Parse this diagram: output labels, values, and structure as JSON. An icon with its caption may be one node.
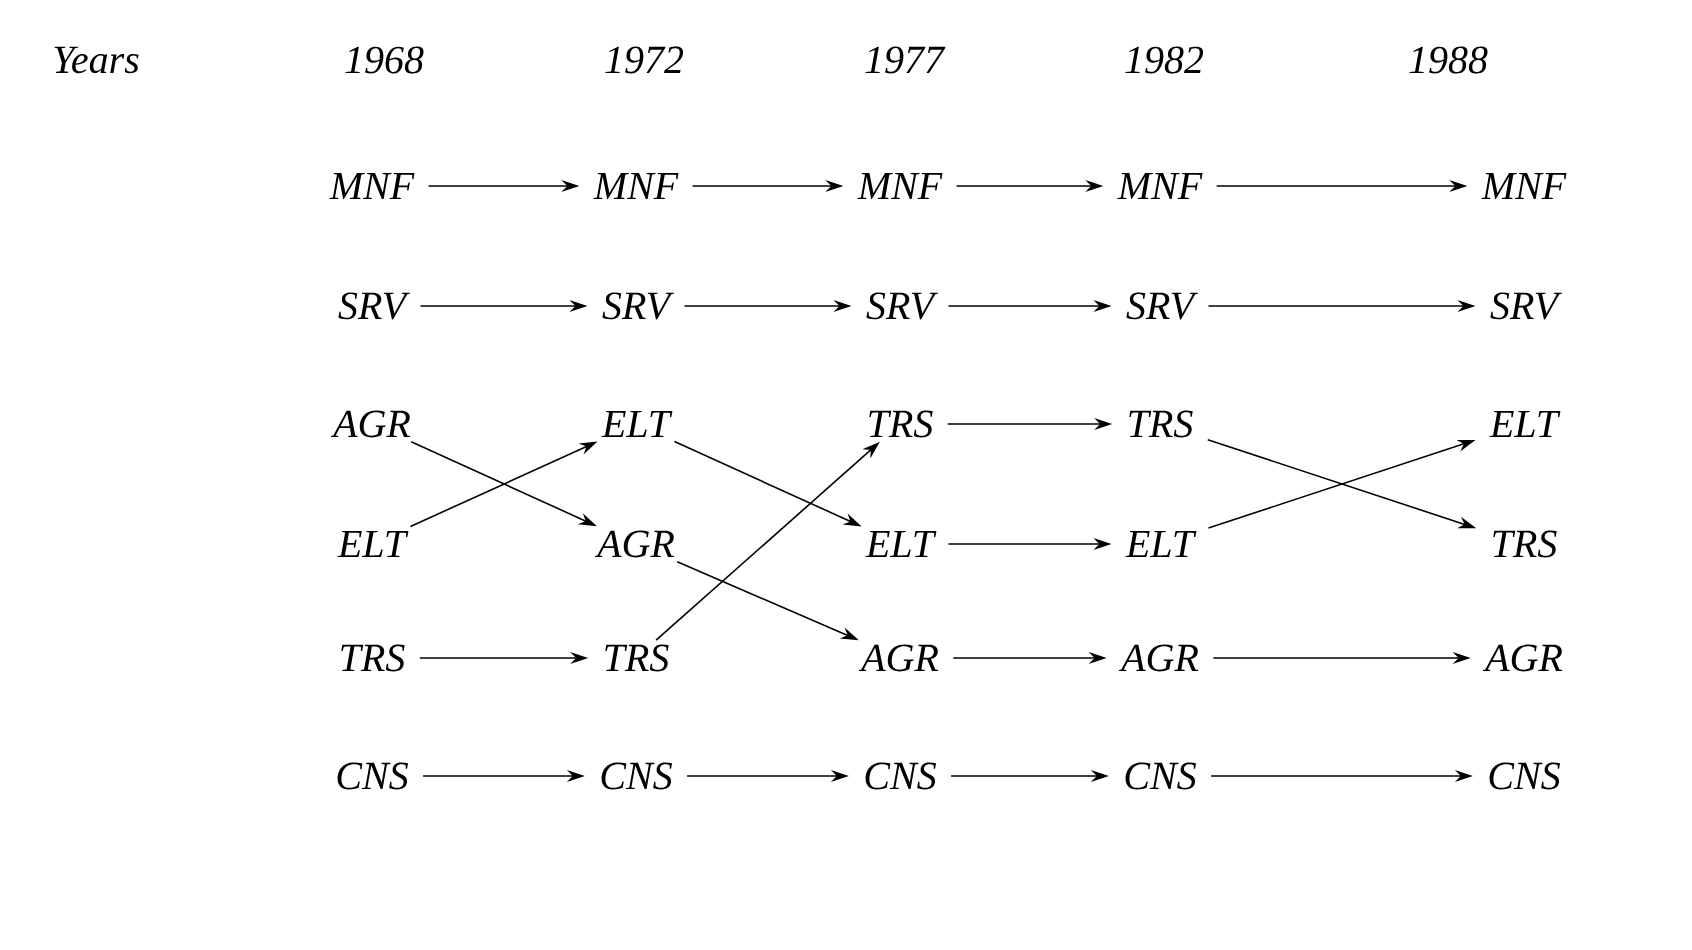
{
  "diagram": {
    "nodes": [
      {
        "text": [
          "MNF"
        ]
      },
      {
        "text": [
          "MNF"
        ]
      },
      {
        "text": [
          "MNF"
        ]
      },
      {
        "text": [
          "MNF"
        ]
      },
      {
        "text": [
          "MNF"
        ]
      },
      {
        "text": [
          "SRV"
        ]
      },
      {
        "text": [
          "SRV"
        ]
      },
      {
        "text": [
          "SRV"
        ]
      },
      {
        "text": [
          "SRV"
        ]
      },
      {
        "text": [
          "SRV"
        ]
      },
      {
        "text": [
          "AGR"
        ]
      },
      {
        "text": [
          "ELT"
        ]
      },
      {
        "text": [
          "TRS"
        ]
      },
      {
        "text": [
          "TRS"
        ]
      },
      {
        "text": [
          "ELT"
        ]
      },
      {
        "text": [
          "ELT"
        ]
      },
      {
        "text": [
          "AGR"
        ]
      },
      {
        "text": [
          "ELT"
        ]
      },
      {
        "text": [
          "ELT"
        ]
      },
      {
        "text": [
          "TRS"
        ]
      },
      {
        "text": [
          "TRS"
        ]
      },
      {
        "text": [
          "TRS"
        ]
      },
      {
        "text": [
          "AGR"
        ]
      },
      {
        "text": [
          "AGR"
        ]
      },
      {
        "text": [
          "AGR"
        ]
      },
      {
        "text": [
          "CNS"
        ]
      },
      {
        "text": [
          "CNS"
        ]
      },
      {
        "text": [
          "CNS"
        ]
      },
      {
        "text": [
          "CNS"
        ]
      },
      {
        "text": [
          "CNS"
        ]
      }
    ],
    "edges": [
      {
        "from": 0,
        "to": 1,
        "arrow": "to"
      },
      {
        "from": 5,
        "to": 6,
        "arrow": "to"
      },
      {
        "from": 10,
        "to": 16,
        "arrow": "to"
      },
      {
        "from": 15,
        "to": 11,
        "arrow": "to"
      },
      {
        "from": 20,
        "to": 21,
        "arrow": "to"
      },
      {
        "from": 25,
        "to": 26,
        "arrow": "to"
      },
      {
        "from": 1,
        "to": 2,
        "arrow": "to"
      },
      {
        "from": 6,
        "to": 7,
        "arrow": "to"
      },
      {
        "from": 11,
        "to": 17,
        "arrow": "to"
      },
      {
        "from": 16,
        "to": 22,
        "arrow": "to"
      },
      {
        "from": 21,
        "to": 12,
        "arrow": "to"
      },
      {
        "from": 26,
        "to": 27,
        "arrow": "to"
      },
      {
        "from": 2,
        "to": 3,
        "arrow": "to"
      },
      {
        "from": 7,
        "to": 8,
        "arrow": "to"
      },
      {
        "from": 12,
        "to": 13,
        "arrow": "to"
      },
      {
        "from": 17,
        "to": 18,
        "arrow": "to"
      },
      {
        "from": 22,
        "to": 23,
        "arrow": "to"
      },
      {
        "from": 27,
        "to": 28,
        "arrow": "to"
      },
      {
        "from": 3,
        "to": 4,
        "arrow": "to"
      },
      {
        "from": 8,
        "to": 9,
        "arrow": "to"
      },
      {
        "from": 13,
        "to": 19,
        "arrow": "to"
      },
      {
        "from": 18,
        "to": 14,
        "arrow": "to"
      },
      {
        "from": 23,
        "to": 24,
        "arrow": "to"
      },
      {
        "from": 28,
        "to": 29,
        "arrow": "to"
      }
    ],
    "labels": [
      "Years",
      "1968",
      "1972",
      "1977",
      "1982",
      "1988"
    ]
  }
}
